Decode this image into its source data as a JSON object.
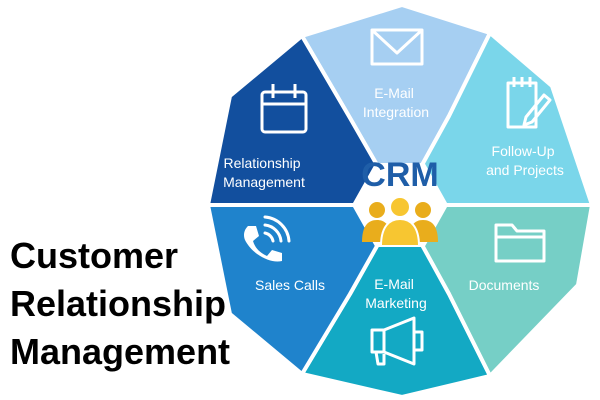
{
  "center": {
    "title": "CRM",
    "icon": "people-group-icon"
  },
  "segments": [
    {
      "id": "email-integration",
      "lines": [
        "E-Mail",
        "Integration"
      ],
      "icon": "envelope-icon",
      "color": "#a6cff2"
    },
    {
      "id": "follow-up",
      "lines": [
        "Follow-Up",
        "and Projects"
      ],
      "icon": "notepad-pencil-icon",
      "color": "#7ad6ea"
    },
    {
      "id": "documents",
      "lines": [
        "Documents"
      ],
      "icon": "folder-icon",
      "color": "#76cfc6"
    },
    {
      "id": "email-marketing",
      "lines": [
        "E-Mail",
        "Marketing"
      ],
      "icon": "megaphone-icon",
      "color": "#13a9c4"
    },
    {
      "id": "sales-calls",
      "lines": [
        "Sales Calls"
      ],
      "icon": "phone-icon",
      "color": "#1f83cc"
    },
    {
      "id": "relationship-management",
      "lines": [
        "Relationship",
        "Management"
      ],
      "icon": "calendar-icon",
      "color": "#124f9e"
    }
  ],
  "caption": {
    "line1": "Customer",
    "line2": "Relationship",
    "line3": "Management"
  }
}
